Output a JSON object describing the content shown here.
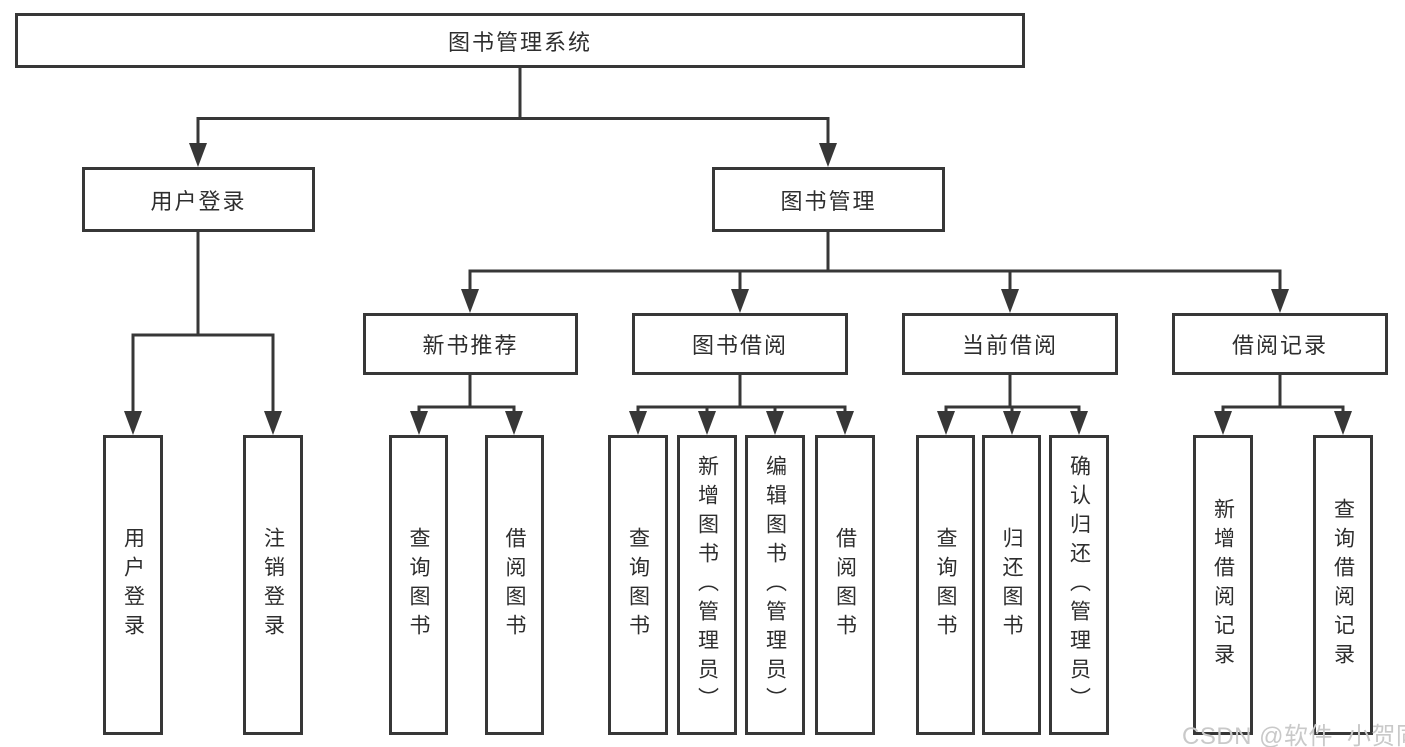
{
  "nodes": {
    "root": "图书管理系统",
    "level2": [
      "用户登录",
      "图书管理"
    ],
    "level3": [
      "新书推荐",
      "图书借阅",
      "当前借阅",
      "借阅记录"
    ],
    "login_children": [
      "用户登录",
      "注销登录"
    ],
    "recommend_children": [
      "查询图书",
      "借阅图书"
    ],
    "borrow_children": [
      "查询图书",
      "新增图书（管理员）",
      "编辑图书（管理员）",
      "借阅图书"
    ],
    "current_children": [
      "查询图书",
      "归还图书",
      "确认归还（管理员）"
    ],
    "record_children": [
      "新增借阅记录",
      "查询借阅记录"
    ]
  },
  "watermark": "CSDN @软件_小贺同学",
  "colors": {
    "line": "#373737",
    "text": "#2e2e2e",
    "background": "#ffffff",
    "watermark": "#c9c9c9"
  }
}
